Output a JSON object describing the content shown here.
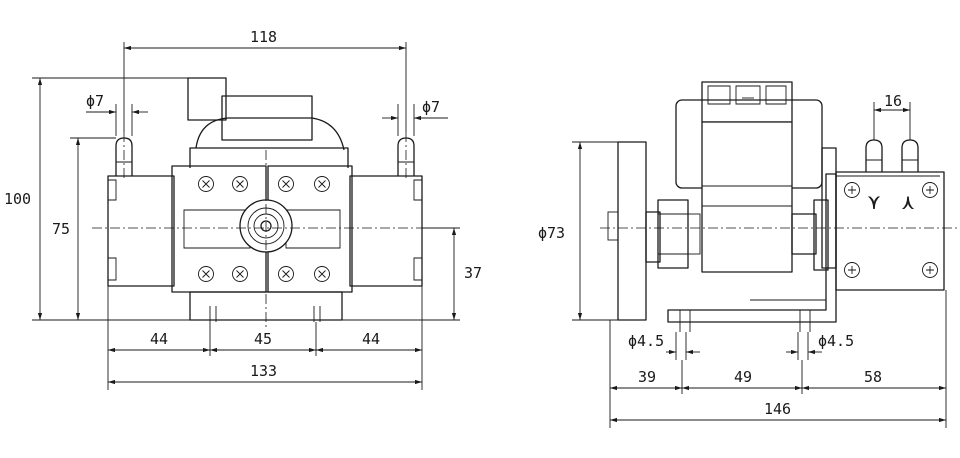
{
  "front_view": {
    "dims": {
      "width_top": "118",
      "hole_left": "ϕ7",
      "hole_right": "ϕ7",
      "height_total": "100",
      "height_ports": "75",
      "center_height": "37",
      "seg_left": "44",
      "seg_mid": "45",
      "seg_right": "44",
      "width_total": "133"
    }
  },
  "side_view": {
    "dims": {
      "port_spacing": "16",
      "flange_dia": "ϕ73",
      "hole_left": "ϕ4.5",
      "hole_right": "ϕ4.5",
      "seg_left": "39",
      "seg_mid": "49",
      "seg_right": "58",
      "width_total": "146"
    },
    "valve_symbols": [
      "⋎",
      "⋏"
    ]
  }
}
